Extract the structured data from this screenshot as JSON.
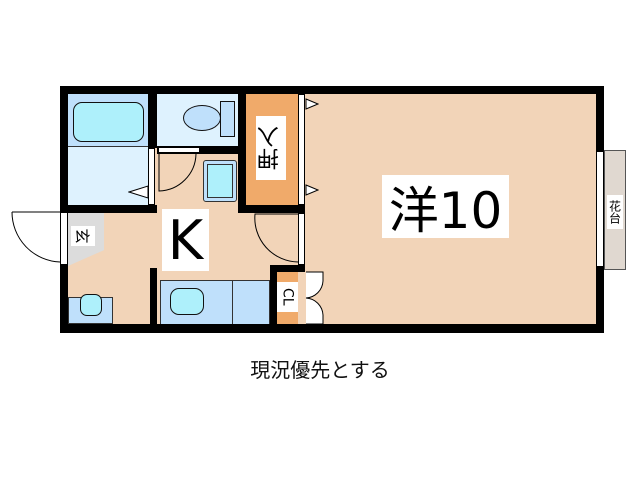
{
  "floorplan": {
    "rooms": {
      "western_room": {
        "label": "洋10"
      },
      "kitchen": {
        "label": "K"
      },
      "oshiire": {
        "label": "押入"
      },
      "entrance": {
        "label": "玄"
      },
      "closet": {
        "label": "CL"
      },
      "flower_stand": {
        "label": "花台"
      }
    },
    "colors": {
      "floor": "#f2d4b8",
      "closet_storage": "#f0aa6a",
      "wet_area": "#def2fe",
      "fixture": "#aef0fb",
      "entrance": "#dcdcdc",
      "balcony": "#e0d8d0",
      "wall": "#000000"
    }
  },
  "caption": "現況優先とする"
}
